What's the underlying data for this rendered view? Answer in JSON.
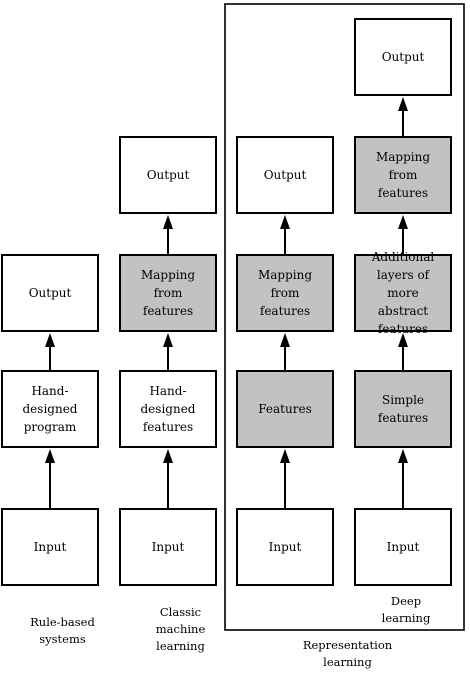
{
  "columns": [
    {
      "caption": "Rule-based\nsystems",
      "boxes": [
        {
          "label": "Output",
          "shaded": false
        },
        {
          "label": "Hand-\ndesigned\nprogram",
          "shaded": false
        },
        {
          "label": "Input",
          "shaded": false
        }
      ]
    },
    {
      "caption": "Classic\nmachine\nlearning",
      "boxes": [
        {
          "label": "Output",
          "shaded": false
        },
        {
          "label": "Mapping from\nfeatures",
          "shaded": true
        },
        {
          "label": "Hand-\ndesigned\nfeatures",
          "shaded": false
        },
        {
          "label": "Input",
          "shaded": false
        }
      ]
    },
    {
      "caption": "",
      "boxes": [
        {
          "label": "Output",
          "shaded": false
        },
        {
          "label": "Mapping from\nfeatures",
          "shaded": true
        },
        {
          "label": "Features",
          "shaded": true
        },
        {
          "label": "Input",
          "shaded": false
        }
      ]
    },
    {
      "caption": "Deep\nlearning",
      "boxes": [
        {
          "label": "Output",
          "shaded": false
        },
        {
          "label": "Mapping from\nfeatures",
          "shaded": true
        },
        {
          "label": "Additional\nlayers of more\nabstract\nfeatures",
          "shaded": true
        },
        {
          "label": "Simple\nfeatures",
          "shaded": true
        },
        {
          "label": "Input",
          "shaded": false
        }
      ]
    }
  ],
  "group_caption": "Representation\nlearning",
  "colors": {
    "shaded": "#c2c2c2",
    "plain": "#ffffff",
    "stroke": "#000000"
  }
}
